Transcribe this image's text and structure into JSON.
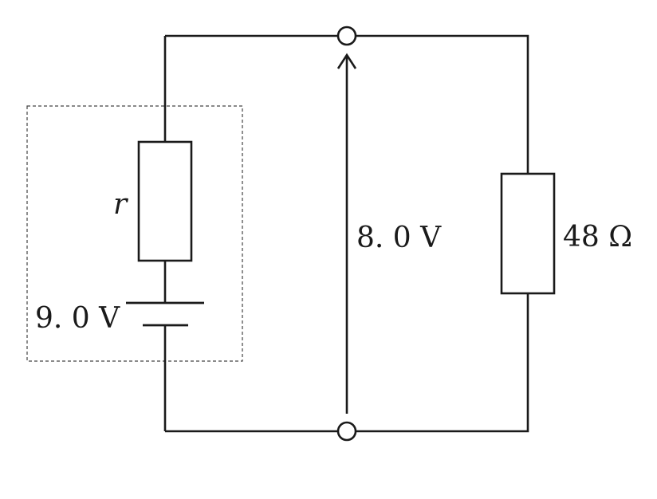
{
  "labels": {
    "internal_resistance": "r",
    "emf": "9. 0 V",
    "terminal_voltage": "8. 0 V",
    "load_resistance": "48 Ω"
  }
}
